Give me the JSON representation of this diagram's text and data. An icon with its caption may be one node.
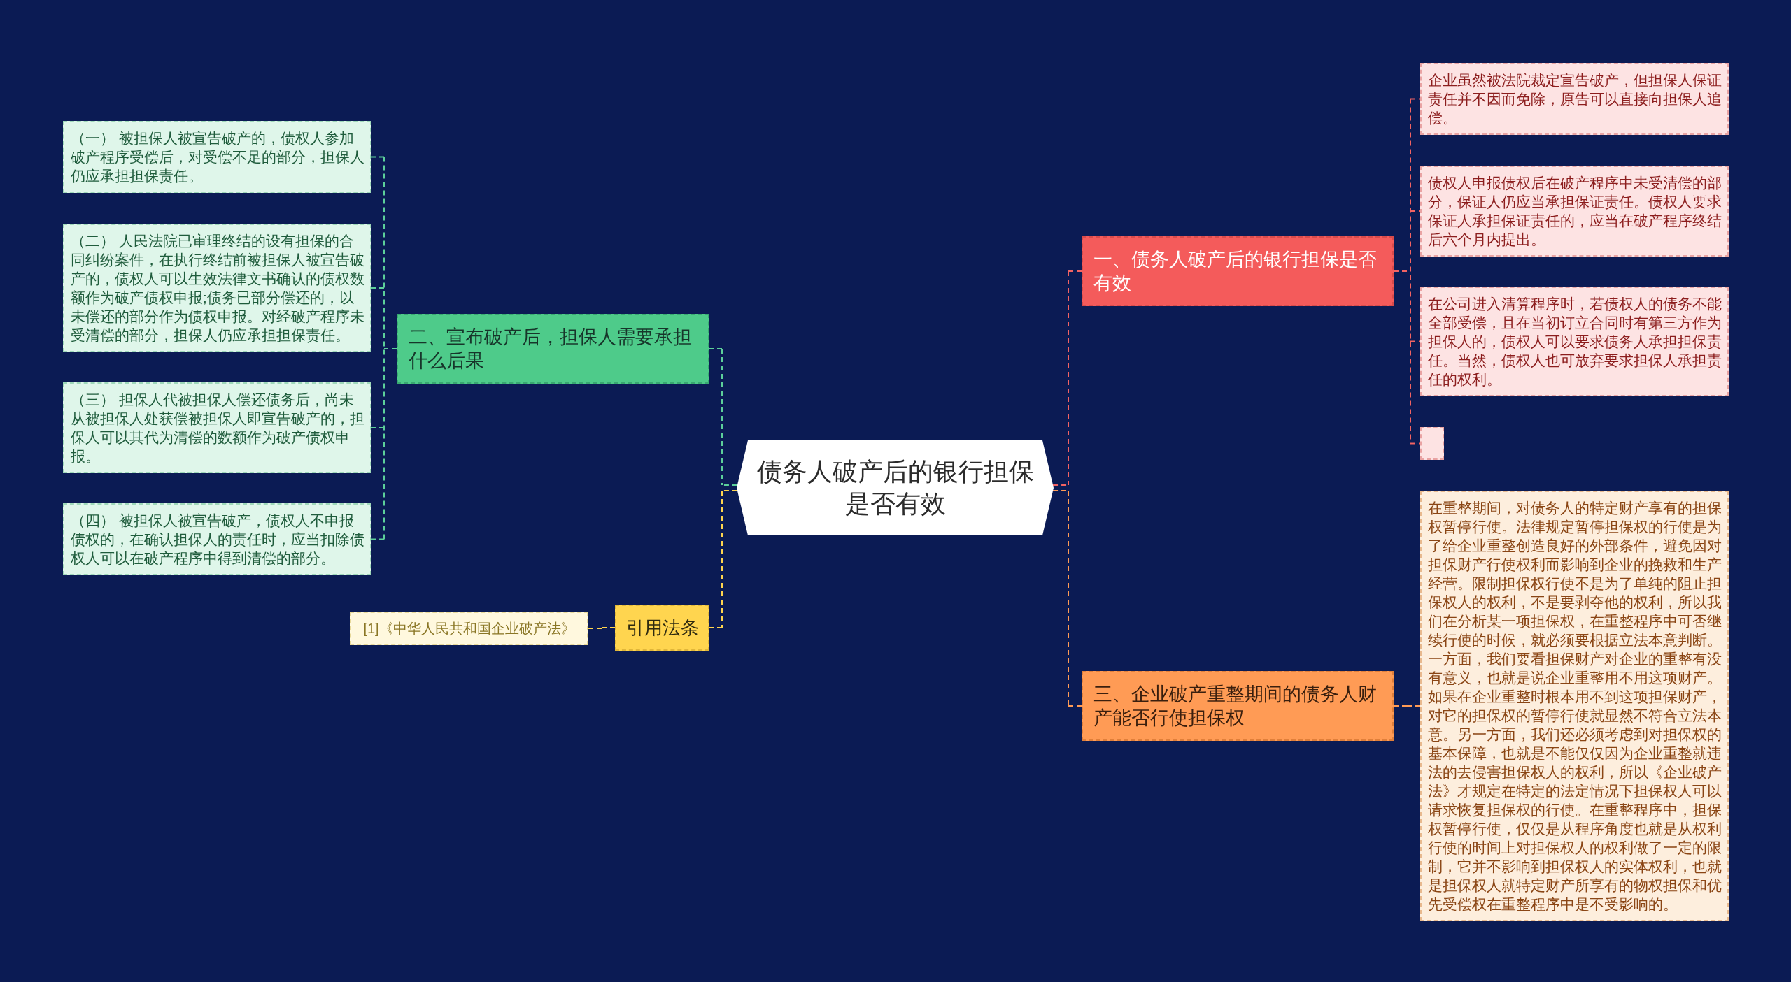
{
  "diagram": {
    "nodes": [
      {
        "text": [
          "债务人破产后的银行担保是否有效"
        ]
      },
      {
        "text": [
          "一、债务人破产后的银行担保是否有效"
        ]
      },
      {
        "text": [
          "企业虽然被法院裁定宣告破产，但担保人保证责任并不因而免除，原告可以直接向担保人追偿。"
        ]
      },
      {
        "text": [
          "债权人申报债权后在破产程序中未受清偿的部分，保证人仍应当承担保证责任。债权人要求保证人承担保证责任的，应当在破产程序终结后六个月内提出。"
        ]
      },
      {
        "text": [
          "在公司进入清算程序时，若债权人的债务不能全部受偿，且在当初订立合同时有第三方作为担保人的，债权人可以要求债务人承担担保责任。当然，债权人也可放弃要求担保人承担责任的权利。"
        ]
      },
      {
        "text": [],
        "shape": "box"
      },
      {
        "text": [
          "二、宣布破产后，担保人需要承担什么后果"
        ]
      },
      {
        "text": [
          "（一） 被担保人被宣告破产的，债权人参加破产程序受偿后，对受偿不足的部分，担保人仍应承担担保责任。"
        ]
      },
      {
        "text": [
          "（二） 人民法院已审理终结的设有担保的合同纠纷案件，在执行终结前被担保人被宣告破产的，债权人可以生效法律文书确认的债权数额作为破产债权申报;债务已部分偿还的，以未偿还的部分作为债权申报。对经破产程序未受清偿的部分，担保人仍应承担担保责任。"
        ]
      },
      {
        "text": [
          "（三） 担保人代被担保人偿还债务后，尚未从被担保人处获偿被担保人即宣告破产的，担保人可以其代为清偿的数额作为破产债权申报。"
        ]
      },
      {
        "text": [
          "（四） 被担保人被宣告破产，债权人不申报债权的，在确认担保人的责任时，应当扣除债权人可以在破产程序中得到清偿的部分。"
        ]
      },
      {
        "text": [
          "引用法条"
        ]
      },
      {
        "text": [
          "[1]《中华人民共和国企业破产法》"
        ]
      },
      {
        "text": [
          "三、企业破产重整期间的债务人财产能否行使担保权"
        ]
      },
      {
        "text": [
          "在重整期间，对债务人的特定财产享有的担保权暂停行使。法律规定暂停担保权的行使是为了给企业重整创造良好的外部条件，避免因对担保财产行使权利而影响到企业的挽救和生产经营。限制担保权行使不是为了单纯的阻止担保权人的权利，不是要剥夺他的权利，所以我们在分析某一项担保权，在重整程序中可否继续行使的时候，就必须要根据立法本意判断。一方面，我们要看担保财产对企业的重整有没有意义，也就是说企业重整用不用这项财产。如果在企业重整时根本用不到这项担保财产，对它的担保权的暂停行使就显然不符合立法本意。另一方面，我们还必须考虑到对担保权的基本保障，也就是不能仅仅因为企业重整就违法的去侵害担保权人的权利，所以《企业破产法》才规定在特定的法定情况下担保权人可以请求恢复担保权的行使。在重整程序中，担保权暂停行使，仅仅是从程序角度也就是从权利行使的时间上对担保权人的权利做了一定的限制，它并不影响到担保权人的实体权利，也就是担保权人就特定财产所享有的物权担保和优先受偿权在重整程序中是不受影响的。"
        ]
      }
    ],
    "edges": [
      {
        "from": 0,
        "to": 1,
        "arrow": "none",
        "color": "#f26363"
      },
      {
        "from": 1,
        "to": 2,
        "arrow": "none",
        "color": "#f26363"
      },
      {
        "from": 1,
        "to": 3,
        "arrow": "none",
        "color": "#f26363"
      },
      {
        "from": 1,
        "to": 4,
        "arrow": "none",
        "color": "#f26363"
      },
      {
        "from": 1,
        "to": 5,
        "arrow": "none",
        "color": "#f26363"
      },
      {
        "from": 0,
        "to": 6,
        "arrow": "none",
        "color": "#5ccf9a"
      },
      {
        "from": 6,
        "to": 7,
        "arrow": "none",
        "color": "#5ccf9a"
      },
      {
        "from": 6,
        "to": 8,
        "arrow": "none",
        "color": "#5ccf9a"
      },
      {
        "from": 6,
        "to": 9,
        "arrow": "none",
        "color": "#5ccf9a"
      },
      {
        "from": 6,
        "to": 10,
        "arrow": "none",
        "color": "#5ccf9a"
      },
      {
        "from": 0,
        "to": 11,
        "arrow": "none",
        "color": "#ffd54f"
      },
      {
        "from": 11,
        "to": 12,
        "arrow": "none",
        "color": "#ffd54f"
      },
      {
        "from": 0,
        "to": 13,
        "arrow": "none",
        "color": "#ff9b55"
      },
      {
        "from": 13,
        "to": 14,
        "arrow": "none",
        "color": "#ff9b55"
      }
    ]
  }
}
